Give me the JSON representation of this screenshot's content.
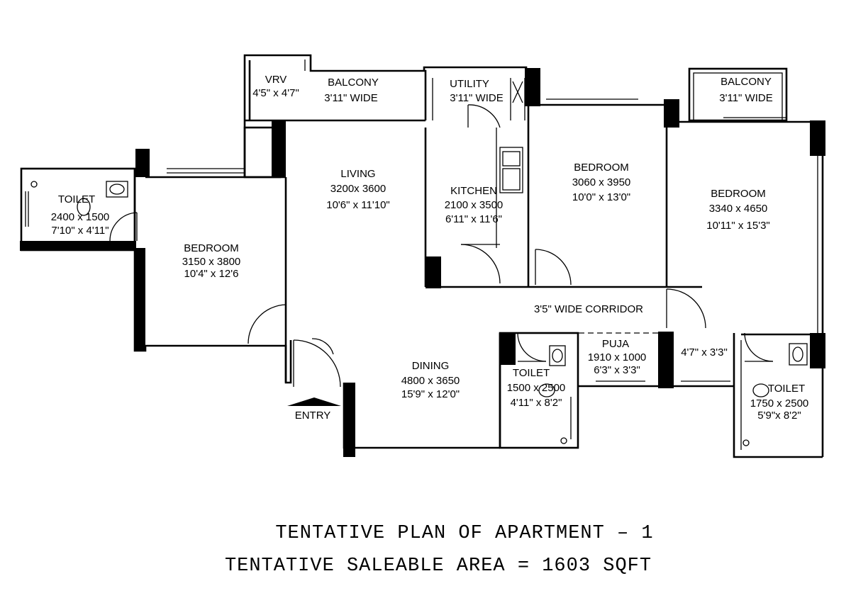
{
  "rooms": [
    {
      "id": "vrv",
      "name": "VRV",
      "dims": [
        "4'5\" x 4'7\""
      ]
    },
    {
      "id": "balcony_left",
      "name": "BALCONY",
      "dims": [
        "3'11\"  WIDE"
      ]
    },
    {
      "id": "utility",
      "name": "UTILITY",
      "dims": [
        "3'11\"  WIDE"
      ]
    },
    {
      "id": "balcony_right",
      "name": "BALCONY",
      "dims": [
        "3'11\"  WIDE"
      ]
    },
    {
      "id": "toilet_left",
      "name": "TOILET",
      "dims": [
        "2400 x 1500",
        "7'10\" x 4'11\""
      ]
    },
    {
      "id": "living",
      "name": "LIVING",
      "dims": [
        "3200x 3600",
        "10'6\" x 11'10\""
      ]
    },
    {
      "id": "kitchen",
      "name": "KITCHEN",
      "dims": [
        "2100 x 3500",
        "6'11\" x 11'6\""
      ]
    },
    {
      "id": "bedroom_mid",
      "name": "BEDROOM",
      "dims": [
        "3060 x 3950",
        "10'0\" x 13'0\""
      ]
    },
    {
      "id": "bedroom_right",
      "name": "BEDROOM",
      "dims": [
        "3340 x 4650",
        "10'11\" x 15'3\""
      ]
    },
    {
      "id": "bedroom_left",
      "name": "BEDROOM",
      "dims": [
        "3150 x 3800",
        "10'4\" x 12'6"
      ]
    },
    {
      "id": "corridor",
      "name": "3'5\" WIDE CORRIDOR",
      "dims": []
    },
    {
      "id": "puja",
      "name": "PUJA",
      "dims": [
        "1910 x 1000",
        "6'3\" x 3'3\""
      ]
    },
    {
      "id": "passage",
      "name": "4'7\" x 3'3\"",
      "dims": []
    },
    {
      "id": "dining",
      "name": "DINING",
      "dims": [
        "4800 x 3650",
        "15'9\" x 12'0\""
      ]
    },
    {
      "id": "toilet_mid",
      "name": "TOILET",
      "dims": [
        "1500 x 2500",
        "4'11\" x 8'2\""
      ]
    },
    {
      "id": "toilet_right",
      "name": "TOILET",
      "dims": [
        "1750 x 2500",
        "5'9\"x 8'2\""
      ]
    }
  ],
  "entry": {
    "label": "ENTRY"
  },
  "caption": {
    "line1": "TENTATIVE PLAN OF APARTMENT – 1",
    "line2": "TENTATIVE SALEABLE AREA = 1603 SQFT"
  }
}
